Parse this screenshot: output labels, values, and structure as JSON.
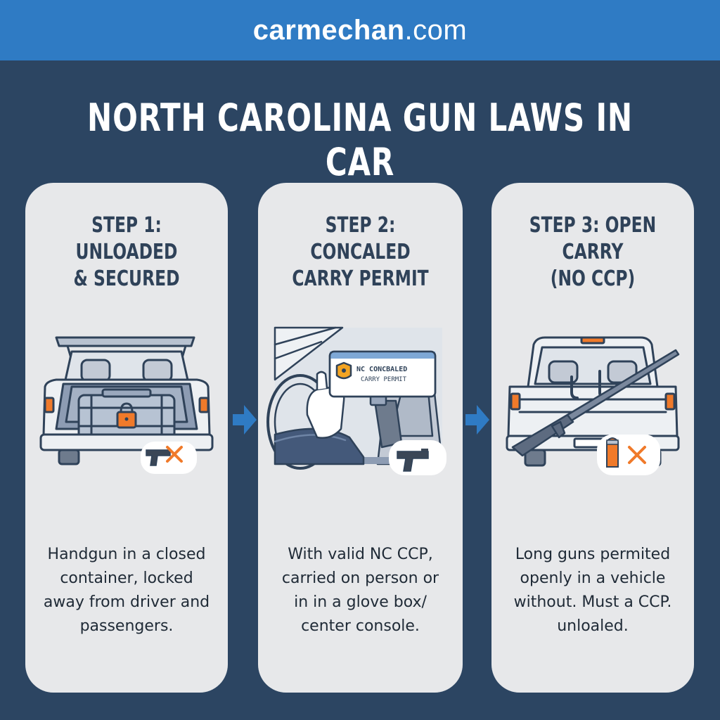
{
  "header": {
    "site_name": "carmechan",
    "site_domain": ".com"
  },
  "headline": "NORTH CAROLINA GUN LAWS IN CAR",
  "steps": [
    {
      "title": "STEP 1: UNLOADED\n& SECURED",
      "text": "Handgun in a closed\ncontainer, locked\naway from driver and\npassengers."
    },
    {
      "title": "STEP 2: CONCALED\nCARRY PERMIT",
      "permit_card_line1": "NC CONCBALED",
      "permit_card_line2": "CARRY PERMIT",
      "text": "With valid NC CCP,\ncarried on person or\nin in a glove box/\ncenter console."
    },
    {
      "title": "STEP 3: OPEN CARRY\n(NO CCP)",
      "text": "Long guns permited\nopenly in a vehicle\nwithout. Must a CCP.\nunloaled."
    }
  ],
  "colors": {
    "background": "#2c4562",
    "topbar": "#2f7bc4",
    "card": "#e7e8ea",
    "accent_orange": "#f07a2a",
    "arrow_blue": "#2f7bc4"
  }
}
